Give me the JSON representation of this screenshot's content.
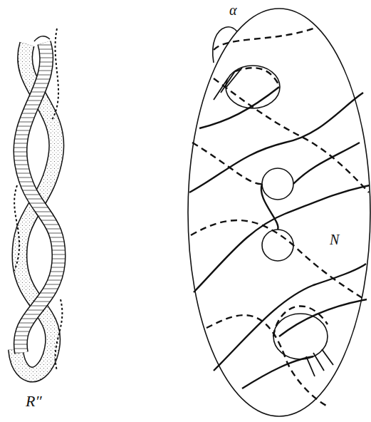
{
  "diagram": {
    "labels": [
      "α",
      "N",
      "R″"
    ]
  }
}
